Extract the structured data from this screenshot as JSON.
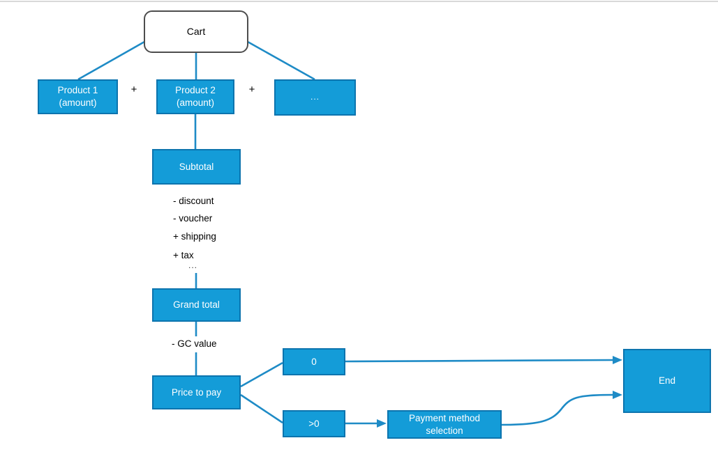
{
  "colors": {
    "node_fill": "#149CD8",
    "node_border": "#0C74AE",
    "node_text": "#FFFFFF",
    "connector": "#1E8BC6",
    "cart_border": "#4D4D4D",
    "top_rule": "#D9D9D9",
    "text_color": "#000000"
  },
  "nodes": {
    "cart": "Cart",
    "product1": "Product 1\n(amount)",
    "product2": "Product 2\n(amount)",
    "more_products": "...",
    "subtotal": "Subtotal",
    "grand_total": "Grand total",
    "price_to_pay": "Price to pay",
    "zero": "0",
    "greater_than_zero": ">0",
    "payment_method": "Payment method\nselection",
    "end": "End"
  },
  "operators": {
    "plus_1": "+",
    "plus_2": "+"
  },
  "adjustments": {
    "discount": "- discount",
    "voucher": "- voucher",
    "shipping": "+ shipping",
    "tax": "+ tax",
    "ellipsis": "...",
    "gc_value": "- GC value"
  }
}
